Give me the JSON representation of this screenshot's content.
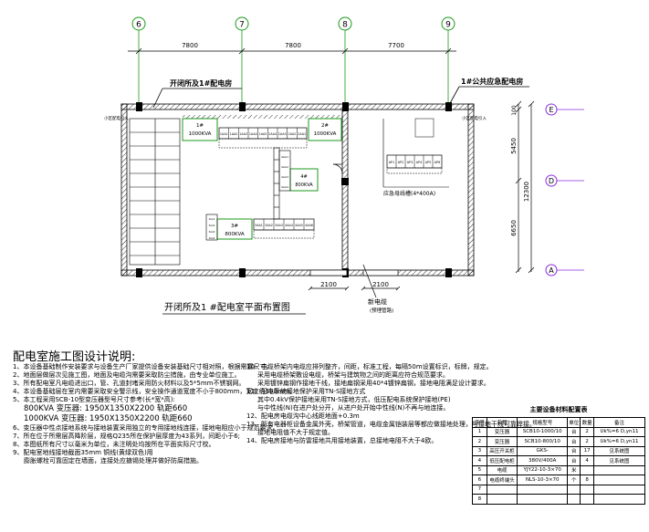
{
  "plan": {
    "grid_labels": [
      "6",
      "7",
      "8",
      "9"
    ],
    "row_labels": [
      "E",
      "D",
      "A"
    ],
    "top_dims": [
      "7800",
      "7800",
      "7700"
    ],
    "right_dims": [
      "100",
      "5450",
      "12300",
      "6650"
    ],
    "left_room_label": "开闭所及1#配电房",
    "right_room_label": "1#公共应急配电房",
    "transformer_1": {
      "no": "1#",
      "kva": "1000KVA"
    },
    "transformer_2": {
      "no": "2#",
      "kva": "1000KVA"
    },
    "transformer_3": {
      "no": "3#",
      "kva": "800KVA"
    },
    "transformer_4": {
      "no": "4#",
      "kva": "800KVA"
    },
    "top_panels": [
      "1AA1",
      "1AA2",
      "1AA3",
      "1AA4",
      "1AA5",
      "2AA4",
      "2AA3",
      "2AA2",
      "2AA1"
    ],
    "bottom_panels": [
      "3AA1",
      "3AA2",
      "3AA3",
      "4AA4",
      "4AA5",
      "4AA6"
    ],
    "side_panels_3": [
      "3AA1",
      "3AA2",
      "3AA3",
      "3AA4"
    ],
    "side_panels_4": [
      "4AA1",
      "4AA2",
      "4AA3",
      "4AA4"
    ],
    "emergency_panels": [
      "AP1",
      "AP2",
      "AP3",
      "AP4",
      "AP5",
      "AP6"
    ],
    "emergency_note": "应急母线槽(4*400A)",
    "side_note_left": "小区配电引入",
    "side_note_right": "小区配电引入",
    "door_dim_left": "2100",
    "door_dim_right": "2100",
    "trench_label": "新电缆",
    "trench_sub": "(预埋管路)",
    "title": "开闭所及1  #配电室平面布置图"
  },
  "notes": {
    "heading": "配电室施工图设计说明:",
    "left": [
      "1、本设备基础制作安装要求与设备生产厂家提供设备安装基础尺寸相对照，根据需要尺寸。",
      "2、地面层做层次见施工图，地面及电缆沟需要采取防尘措施，由专业单位施工。",
      "3、所有配电室凡电缆进出口，管、孔道封堵采用防火材料以及5*5mm不锈钢网。",
      "4、本设备基础层在室内需要采取安全警示线，安全操作通道宽度不小于800mm，宽度约150mm;",
      "5、本工程采用SCB-10型变压器型号尺寸参考(长*宽*高):",
      "800KVA 变压器: 1950X1350X2200    轨距660",
      "1000KVA 变压器: 1950X1350X2200    轨距660",
      "6、变压器中性点接地系统与接地装置采用独立的专用接地线连接，接地电阻应小于规范要求。",
      "7、所在位于所需层高降阶层，规格Q235所在保护层厚度为43系列，间距小于6;",
      "8、本图纸所有尺寸以毫米为单位，未注明处均按所在平面实际尺寸校。",
      "9、配电室地线接地截面35mm 铜线(黄绿双色)用",
      "膨胀螺栓可靠固定在墙面，连接处应搪锡处理并做好防腐措施。"
    ],
    "right": [
      "10、电缆桥架内电缆应排列整齐，间距，标准工程，每隔50m设置标识，标牌，规定。",
      "采用电缆桥架敷设电缆，桥架与建筑物之间的距离应符合规范要求。",
      "采用镀锌扁钢作接地干线，接地扁钢采用40*4镀锌扁钢，接地电阻满足设计要求。",
      "11、配电系统接地保护采用TN-S接地方式",
      "其中0.4kV保护接地采用TN-S接地方式，低压配电系统保护接地(PE)",
      "与中性线(N)在进户处分开，从进户处开始中性线(N)不再与地连接。",
      "12、配电房电缆沟中心线距地面+0.3m",
      "13、所有电器柜设备金属外壳，桥架管道，电缆金属铠装层等都应做接地处理，与接地干线可靠焊接。",
      "接地电阻值不大于规定值。",
      "14、配电房接地与防雷接地共用接地装置，总接地电阻不大于4欧。"
    ]
  },
  "table": {
    "title": "主要设备材料配置表",
    "headers": [
      "序号",
      "名称",
      "规格型号",
      "单位",
      "数量",
      "备注"
    ],
    "rows": [
      [
        "1",
        "变压器",
        "SCB10-1000/10",
        "台",
        "2",
        "Uk%=6  D,yn11"
      ],
      [
        "2",
        "变压器",
        "SCB10-800/10",
        "台",
        "2",
        "Uk%=6  D,yn11"
      ],
      [
        "3",
        "高压开关柜",
        "GKS-",
        "台",
        "17",
        "见系统图"
      ],
      [
        "4",
        "低压配电柜",
        "380V/400A",
        "台",
        "4",
        "见系统图"
      ],
      [
        "5",
        "电缆",
        "YJY22-10-3×70",
        "米",
        "",
        ""
      ],
      [
        "6",
        "电缆终端头",
        "NLS-10-3×70",
        "个",
        "8",
        ""
      ],
      [
        "7",
        "",
        "",
        "",
        "",
        ""
      ],
      [
        "8",
        "",
        "",
        "",
        "",
        ""
      ]
    ]
  }
}
